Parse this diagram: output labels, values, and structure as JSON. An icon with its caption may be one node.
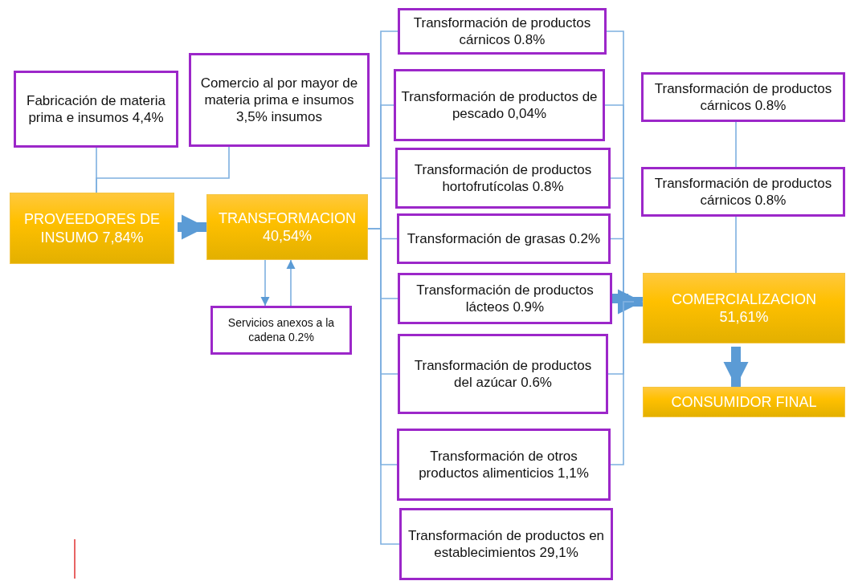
{
  "diagram": {
    "nodes": [
      {
        "text": [
          "Fabricación de materia prima e insumos 4,4%"
        ]
      },
      {
        "text": [
          "Comercio al por mayor de materia prima e insumos 3,5% insumos"
        ]
      },
      {
        "text": [
          "PROVEEDORES DE INSUMO 7,84%"
        ]
      },
      {
        "text": [
          "TRANSFORMACION 40,54%"
        ]
      },
      {
        "text": [
          "Servicios anexos a la cadena 0.2%"
        ]
      },
      {
        "text": [
          "Transformación de productos cárnicos 0.8%"
        ]
      },
      {
        "text": [
          "Transformación de productos de pescado 0,04%"
        ]
      },
      {
        "text": [
          "Transformación de productos hortofrutícolas 0.8%"
        ]
      },
      {
        "text": [
          "Transformación de grasas 0.2%"
        ]
      },
      {
        "text": [
          "Transformación de productos lácteos 0.9%"
        ]
      },
      {
        "text": [
          "Transformación de productos del azúcar 0.6%"
        ]
      },
      {
        "text": [
          "Transformación de otros productos alimenticios 1,1%"
        ]
      },
      {
        "text": [
          "Transformación de productos en establecimientos 29,1%"
        ]
      },
      {
        "text": [
          "Transformación de productos cárnicos 0.8%"
        ]
      },
      {
        "text": [
          "Transformación de productos cárnicos 0.8%"
        ]
      },
      {
        "text": [
          "COMERCIALIZACION 51,61%"
        ]
      },
      {
        "text": [
          "CONSUMIDOR FINAL"
        ]
      }
    ],
    "edges": [
      {
        "from": 0,
        "to": 2,
        "arrow": "none"
      },
      {
        "from": 1,
        "to": 2,
        "arrow": "none"
      },
      {
        "from": 2,
        "to": 3,
        "arrow": "to",
        "style": "thick"
      },
      {
        "from": 3,
        "to": 4,
        "arrow": "to"
      },
      {
        "from": 4,
        "to": 3,
        "arrow": "to"
      },
      {
        "from": 3,
        "to": 5,
        "arrow": "none"
      },
      {
        "from": 3,
        "to": 6,
        "arrow": "none"
      },
      {
        "from": 3,
        "to": 7,
        "arrow": "none"
      },
      {
        "from": 3,
        "to": 8,
        "arrow": "none"
      },
      {
        "from": 3,
        "to": 9,
        "arrow": "none"
      },
      {
        "from": 3,
        "to": 10,
        "arrow": "none"
      },
      {
        "from": 3,
        "to": 11,
        "arrow": "none"
      },
      {
        "from": 3,
        "to": 12,
        "arrow": "none"
      },
      {
        "from": 5,
        "to": 15,
        "arrow": "to"
      },
      {
        "from": 6,
        "to": 15,
        "arrow": "to"
      },
      {
        "from": 7,
        "to": 15,
        "arrow": "to"
      },
      {
        "from": 8,
        "to": 15,
        "arrow": "to"
      },
      {
        "from": 9,
        "to": 15,
        "arrow": "to",
        "style": "thick"
      },
      {
        "from": 10,
        "to": 15,
        "arrow": "to"
      },
      {
        "from": 11,
        "to": 15,
        "arrow": "to"
      },
      {
        "from": 13,
        "to": 14,
        "arrow": "none"
      },
      {
        "from": 14,
        "to": 15,
        "arrow": "none"
      },
      {
        "from": 15,
        "to": 16,
        "arrow": "to",
        "style": "thick"
      }
    ]
  }
}
